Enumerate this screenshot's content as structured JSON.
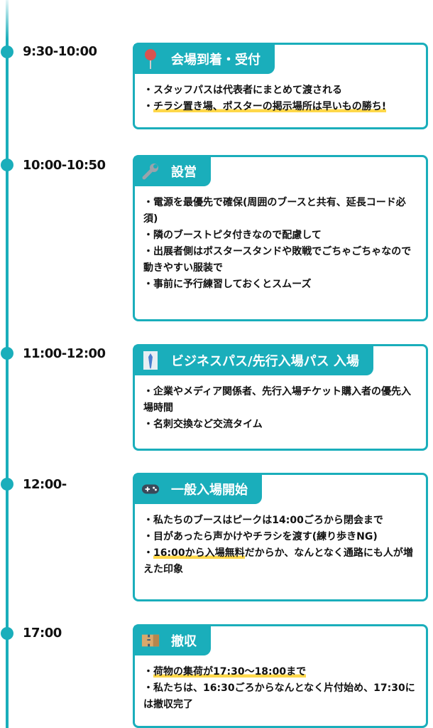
{
  "colors": {
    "accent": "#1aaebb",
    "highlight": "#ffd84a"
  },
  "schedule": [
    {
      "time": "9:30-10:00",
      "icon": "pushpin-icon",
      "title": "会場到着・受付",
      "items": [
        [
          {
            "t": "・スタッフパスは代表者にまとめて渡される"
          }
        ],
        [
          {
            "t": "・"
          },
          {
            "t": "チラシ置き場、ポスターの掲示場所は早いもの勝ち!",
            "hl": true
          }
        ]
      ]
    },
    {
      "time": "10:00-10:50",
      "icon": "wrench-icon",
      "title": "設営",
      "items": [
        [
          {
            "t": "・電源を最優先で確保(周囲のブースと共有、延長コード必須)"
          }
        ],
        [
          {
            "t": "・隣のブーストピタ付きなので配慮して"
          }
        ],
        [
          {
            "t": "・出展者側はポスタースタンドや敗戦でごちゃごちゃなので動きやすい服装で"
          }
        ],
        [
          {
            "t": "・事前に予行練習しておくとスムーズ"
          }
        ]
      ]
    },
    {
      "time": "11:00-12:00",
      "icon": "necktie-shirt-icon",
      "title": "ビジネスパス/先行入場パス 入場",
      "items": [
        [
          {
            "t": "・企業やメディア関係者、先行入場チケット購入者の優先入場時間"
          }
        ],
        [
          {
            "t": "・名刺交換など交流タイム"
          }
        ]
      ]
    },
    {
      "time": "12:00-",
      "icon": "gamepad-icon",
      "title": "一般入場開始",
      "items": [
        [
          {
            "t": "・私たちのブースはピークは14:00ごろから閉会まで"
          }
        ],
        [
          {
            "t": "・目があったら声かけやチラシを渡す(練り歩きNG)"
          }
        ],
        [
          {
            "t": "・"
          },
          {
            "t": "16:00から入場無料",
            "hl": true
          },
          {
            "t": "だからか、なんとなく通路にも人が増えた印象"
          }
        ]
      ]
    },
    {
      "time": "17:00",
      "icon": "cardboard-box-icon",
      "title": "撤収",
      "items": [
        [
          {
            "t": "・"
          },
          {
            "t": "荷物の集荷が17:30〜18:00まで",
            "hl": true
          }
        ],
        [
          {
            "t": "・私たちは、16:30ごろからなんとなく片付始め、17:30には撤収完了"
          }
        ]
      ]
    }
  ]
}
